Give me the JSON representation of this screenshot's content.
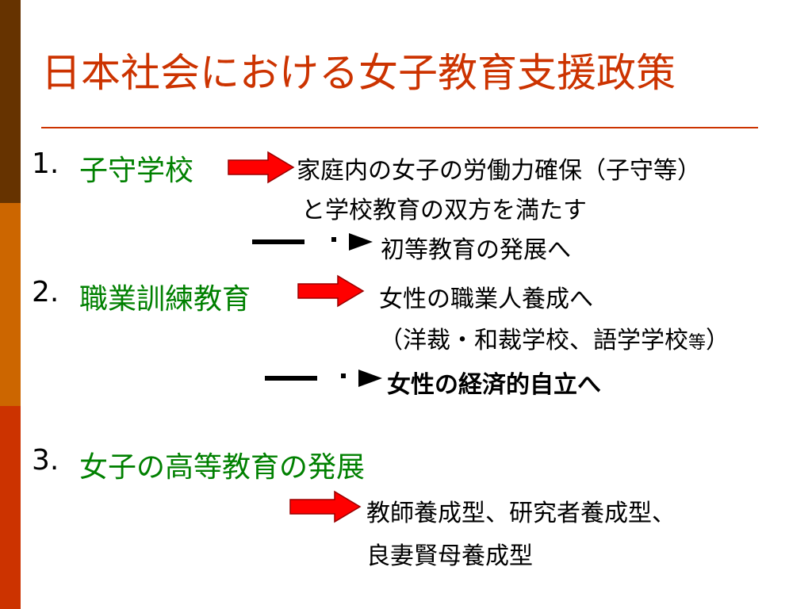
{
  "slide": {
    "title": "日本社会における女子教育支援政策",
    "items": [
      {
        "number": "1.",
        "heading": "子守学校",
        "desc_line1": "家庭内の女子の労働力確保（子守等）",
        "desc_line2": "と学校教育の双方を満たす",
        "outcome": "初等教育の発展へ"
      },
      {
        "number": "2.",
        "heading": "職業訓練教育",
        "desc_line1": "女性の職業人養成へ",
        "desc_line2_pre": "（洋裁・和裁学校、語学学校",
        "desc_line2_small": "等",
        "desc_line2_post": "）",
        "outcome": "女性の経済的自立へ"
      },
      {
        "number": "3.",
        "heading": "女子の高等教育の発展",
        "desc_line1": "教師養成型、研究者養成型、",
        "desc_line2": "良妻賢母養成型"
      }
    ]
  },
  "colors": {
    "title": "#cc3300",
    "heading": "#008000",
    "arrow": "#ff0000",
    "sidebar": [
      "#663300",
      "#cc6600",
      "#cc3300"
    ]
  }
}
